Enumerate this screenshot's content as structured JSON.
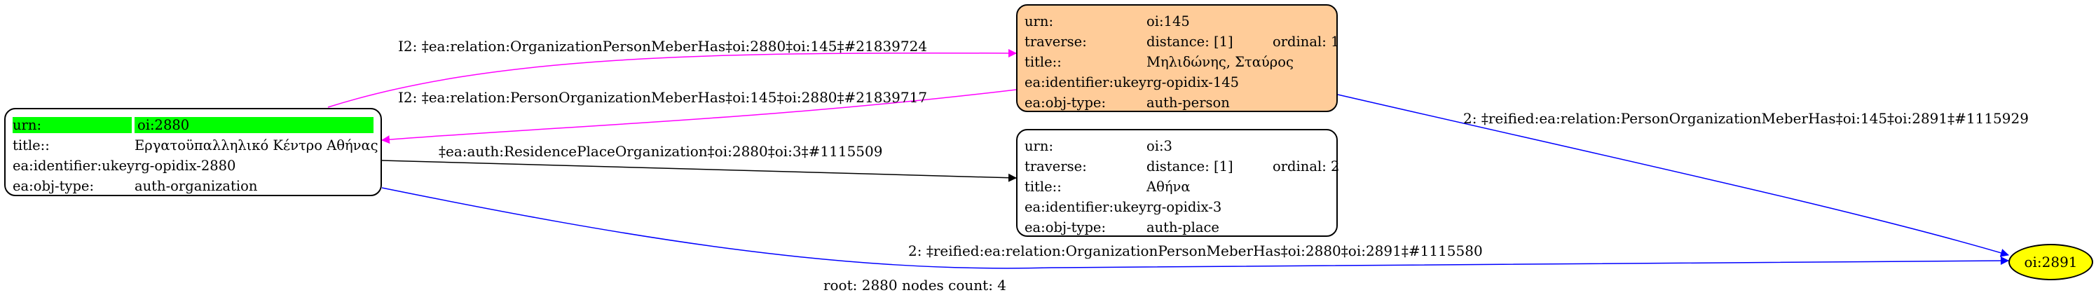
{
  "root_node": {
    "rows": [
      {
        "key": "urn:",
        "value": "oi:2880"
      },
      {
        "key": "title::",
        "value": "Εργατοϋπαλληλικό Κέντρο Αθήνας"
      },
      {
        "key": "ea:identifier:ukey",
        "value": "rg-opidix-2880"
      },
      {
        "key": "ea:obj-type:",
        "value": "auth-organization"
      }
    ],
    "highlight_color": "#00ff00"
  },
  "person_node": {
    "urn_key": "urn:",
    "urn_value": "oi:145",
    "traverse_key": "traverse:",
    "distance": "distance: [1]",
    "ordinal": "ordinal: 1",
    "title_key": "title::",
    "title_value": "Μηλιδώνης, Σταύρος",
    "ukey_key": "ea:identifier:ukey",
    "ukey_value": "rg-opidix-145",
    "type_key": "ea:obj-type:",
    "type_value": "auth-person",
    "fill_color": "#ffcc99"
  },
  "place_node": {
    "urn_key": "urn:",
    "urn_value": "oi:3",
    "traverse_key": "traverse:",
    "distance": "distance: [1]",
    "ordinal": "ordinal: 2",
    "title_key": "title::",
    "title_value": "Αθήνα",
    "ukey_key": "ea:identifier:ukey",
    "ukey_value": "rg-opidix-3",
    "type_key": "ea:obj-type:",
    "type_value": "auth-place"
  },
  "reified_node": {
    "label": "oi:2891",
    "fill_color": "#ffff00"
  },
  "edges": {
    "org_to_person": "I2: ‡ea:relation:OrganizationPersonMeberHas‡oi:2880‡oi:145‡#21839724",
    "person_to_org": "I2: ‡ea:relation:PersonOrganizationMeberHas‡oi:145‡oi:2880‡#21839717",
    "org_to_place": "‡ea:auth:ResidencePlaceOrganization‡oi:2880‡oi:3‡#1115509",
    "person_to_reified": "2: ‡reified:ea:relation:PersonOrganizationMeberHas‡oi:145‡oi:2891‡#1115929",
    "org_to_reified": "2: ‡reified:ea:relation:OrganizationPersonMeberHas‡oi:2880‡oi:2891‡#1115580"
  },
  "edge_colors": {
    "magenta": "#ff00ff",
    "blue": "#0000ff",
    "black": "#000000"
  },
  "footer": "root: 2880 nodes count: 4"
}
